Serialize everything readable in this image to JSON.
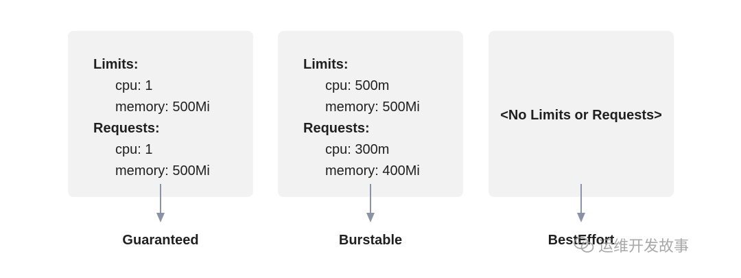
{
  "cards": [
    {
      "limits_heading": "Limits:",
      "limits_cpu": "cpu: 1",
      "limits_memory": "memory: 500Mi",
      "requests_heading": "Requests:",
      "requests_cpu": "cpu: 1",
      "requests_memory": "memory: 500Mi",
      "label": "Guaranteed"
    },
    {
      "limits_heading": "Limits:",
      "limits_cpu": "cpu: 500m",
      "limits_memory": "memory: 500Mi",
      "requests_heading": "Requests:",
      "requests_cpu": "cpu: 300m",
      "requests_memory": "memory: 400Mi",
      "label": "Burstable"
    },
    {
      "note": "<No Limits or Requests>",
      "label": "BestEffort"
    }
  ],
  "watermark": {
    "text": "运维开发故事",
    "icon": "wechat-icon"
  },
  "colors": {
    "card_bg": "#f2f2f2",
    "arrow": "#8a93a6"
  }
}
